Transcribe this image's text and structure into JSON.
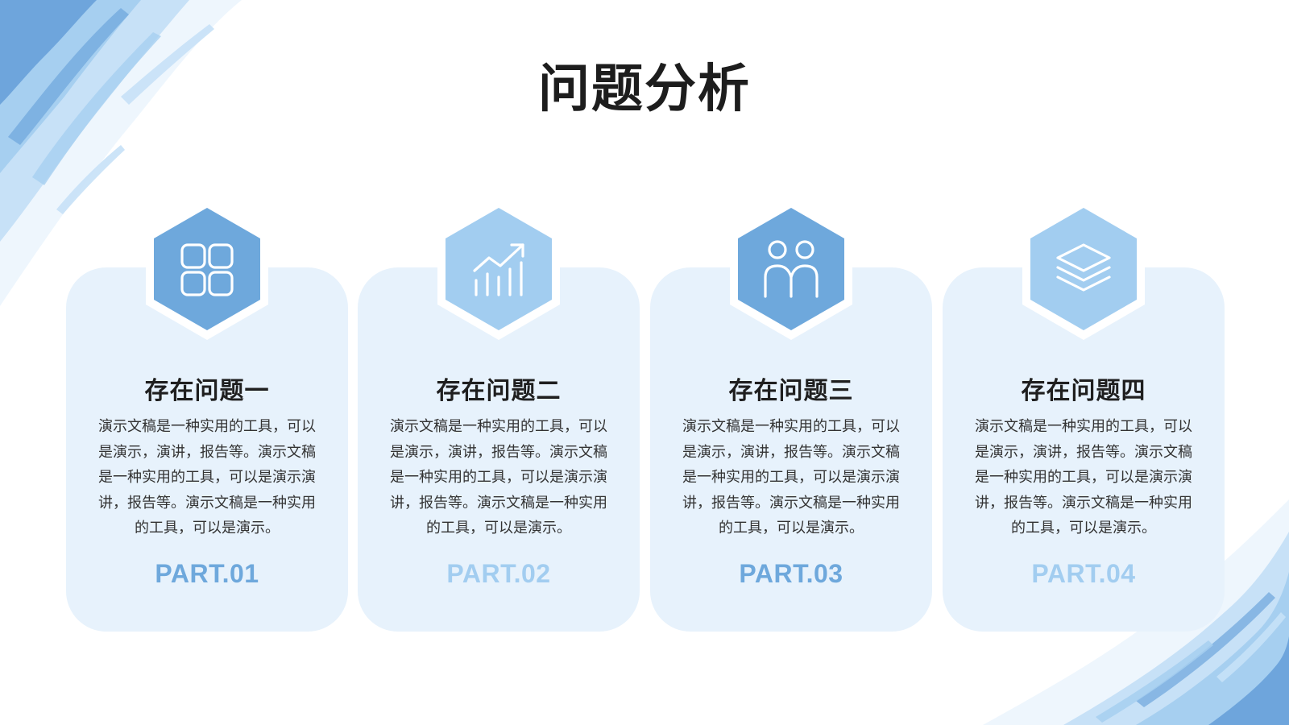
{
  "slide": {
    "title": "问题分析"
  },
  "colors": {
    "hex_dark": "#6ea8dc",
    "hex_light": "#a2cdf0",
    "card_bg": "#e7f2fc",
    "part_dark": "#6ea8dc",
    "part_light": "#a2cdf0",
    "brush_dark": "#6ea5dc",
    "brush_light": "#a6cff0"
  },
  "cards": [
    {
      "icon": "grid-icon",
      "heading": "存在问题一",
      "body": "演示文稿是一种实用的工具，可以是演示，演讲，报告等。演示文稿是一种实用的工具，可以是演示演讲，报告等。演示文稿是一种实用的工具，可以是演示。",
      "part": "PART.01"
    },
    {
      "icon": "chart-growth-icon",
      "heading": "存在问题二",
      "body": "演示文稿是一种实用的工具，可以是演示，演讲，报告等。演示文稿是一种实用的工具，可以是演示演讲，报告等。演示文稿是一种实用的工具，可以是演示。",
      "part": "PART.02"
    },
    {
      "icon": "users-icon",
      "heading": "存在问题三",
      "body": "演示文稿是一种实用的工具，可以是演示，演讲，报告等。演示文稿是一种实用的工具，可以是演示演讲，报告等。演示文稿是一种实用的工具，可以是演示。",
      "part": "PART.03"
    },
    {
      "icon": "layers-icon",
      "heading": "存在问题四",
      "body": "演示文稿是一种实用的工具，可以是演示，演讲，报告等。演示文稿是一种实用的工具，可以是演示演讲，报告等。演示文稿是一种实用的工具，可以是演示。",
      "part": "PART.04"
    }
  ]
}
